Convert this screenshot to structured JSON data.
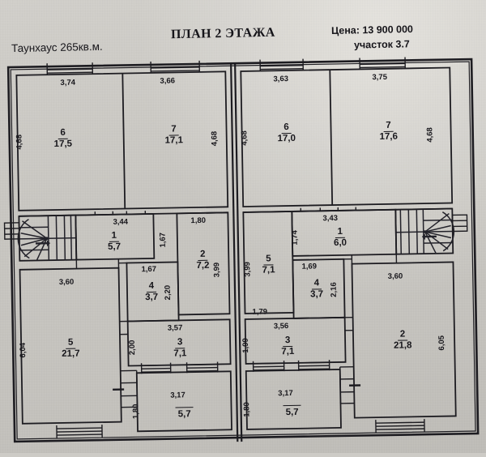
{
  "header": {
    "title": "ПЛАН 2 ЭТАЖА",
    "subtitle": "Таунхаус 265кв.м.",
    "price": "Цена: 13 900 000",
    "plot": "участок 3.7"
  },
  "plan": {
    "units": [
      {
        "side": "left",
        "rooms": [
          {
            "number": "6",
            "area": "17,5",
            "width": "3,74",
            "height": "4,68"
          },
          {
            "number": "7",
            "area": "17,1",
            "width": "3,66",
            "height": "4,68"
          },
          {
            "number": "1",
            "area": "5,7",
            "width": "3,44",
            "height": "1,67"
          },
          {
            "number": "2",
            "area": "7,2",
            "width": "1,80",
            "height": "3,99"
          },
          {
            "number": "4",
            "area": "3,7",
            "width": "1,67",
            "height": "2,20"
          },
          {
            "number": "5",
            "area": "21,7",
            "width": "3,60",
            "height": "6,04"
          },
          {
            "number": "3",
            "area": "7,1",
            "width": "3,57",
            "height": "2,00"
          },
          {
            "number": "",
            "area": "5,7",
            "width": "3,17",
            "height": "1,80"
          }
        ]
      },
      {
        "side": "right",
        "rooms": [
          {
            "number": "6",
            "area": "17,0",
            "width": "3,63",
            "height": "4,68"
          },
          {
            "number": "7",
            "area": "17,6",
            "width": "3,75",
            "height": "4,68"
          },
          {
            "number": "1",
            "area": "6,0",
            "width": "3,43",
            "height": "1,74"
          },
          {
            "number": "5",
            "area": "7,1",
            "width": "1,79",
            "height": "3,99"
          },
          {
            "number": "4",
            "area": "3,7",
            "width": "1,69",
            "height": "2,16"
          },
          {
            "number": "2",
            "area": "21,8",
            "width": "3,60",
            "height": "6,05"
          },
          {
            "number": "3",
            "area": "7,1",
            "width": "3,56",
            "height": "1,99"
          },
          {
            "number": "",
            "area": "5,7",
            "width": "3,17",
            "height": "1,80"
          }
        ]
      }
    ],
    "colors": {
      "ink": "#1d1c21",
      "paper": "#c9c7c2"
    }
  }
}
